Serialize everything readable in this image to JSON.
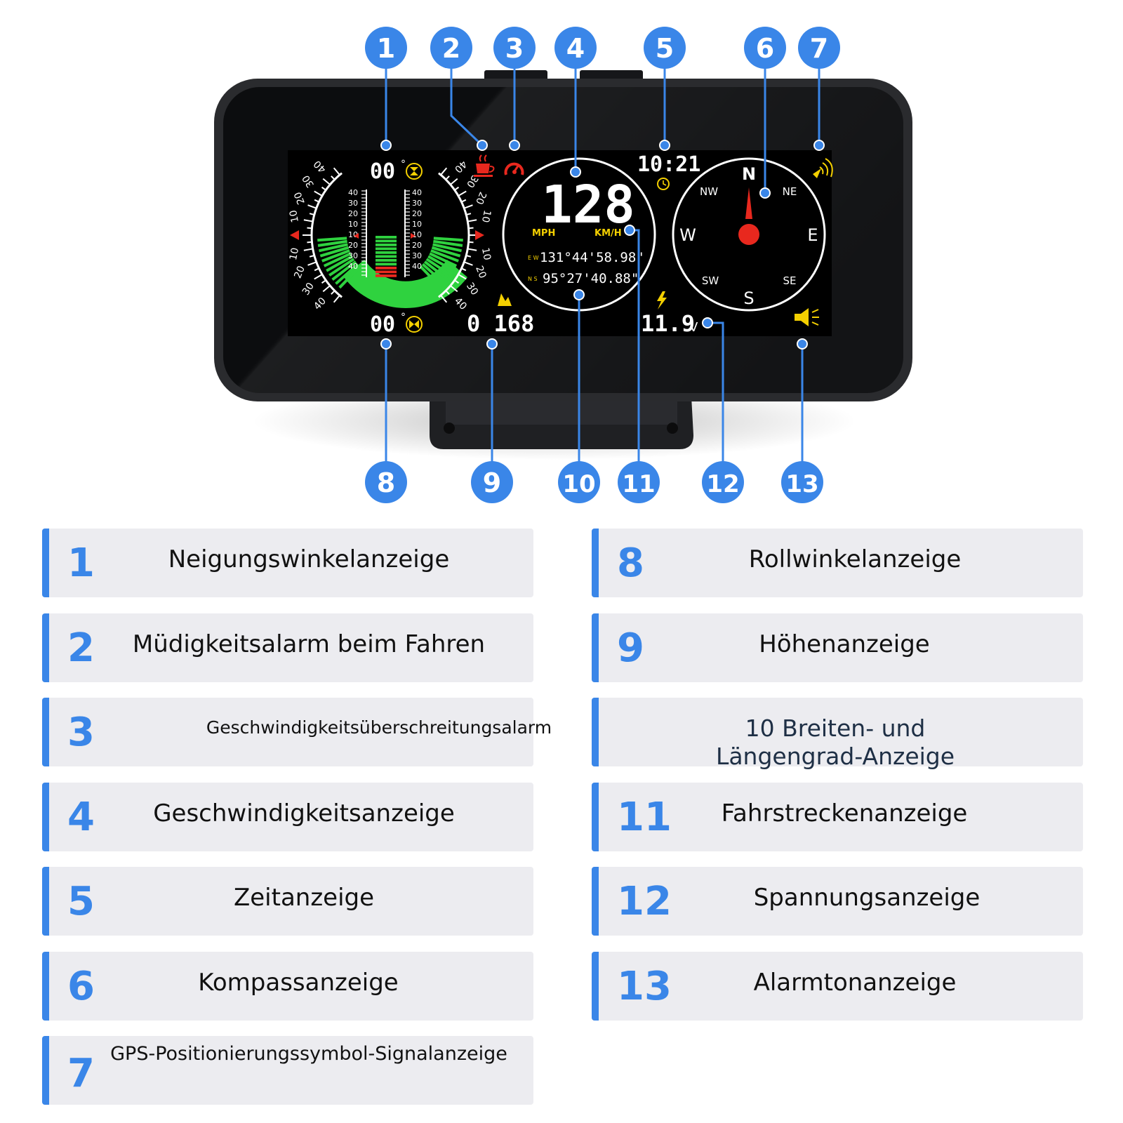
{
  "colors": {
    "accent": "#3a86e8",
    "legend_bg": "#ececf0",
    "screen_bg": "#000000",
    "bezel": "#1c1d20",
    "incline_green": "#2fd23f",
    "alarm_red": "#e8281e",
    "icon_yellow": "#f4d000"
  },
  "callouts": [
    "1",
    "2",
    "3",
    "4",
    "5",
    "6",
    "7",
    "8",
    "9",
    "10",
    "11",
    "12",
    "13"
  ],
  "display": {
    "pitch_value": "00",
    "pitch_unit": "°",
    "roll_value": "00",
    "roll_unit": "°",
    "altitude_value": "0 168",
    "speed_value": "128",
    "speed_unit_mph": "MPH",
    "speed_unit_kmh": "KM/H",
    "longitude_dir": "E W",
    "longitude_value": "131°44'58.98\"",
    "latitude_dir": "N S",
    "latitude_value": "95°27'40.88\"",
    "time_value": "10:21",
    "voltage_value": "11.9",
    "voltage_unit": "V",
    "compass": {
      "n": "N",
      "ne": "NE",
      "e": "E",
      "se": "SE",
      "s": "S",
      "sw": "SW",
      "w": "W",
      "nw": "NW"
    },
    "arc_scale_labels": [
      "10",
      "20",
      "30",
      "40"
    ],
    "bar_scale_labels": [
      "40",
      "30",
      "20",
      "10",
      "10",
      "20",
      "30",
      "40"
    ]
  },
  "legend": [
    {
      "num": "1",
      "label": "Neigungswinkelanzeige"
    },
    {
      "num": "2",
      "label": "Müdigkeitsalarm beim Fahren"
    },
    {
      "num": "3",
      "label": "Geschwindigkeitsüberschreitungsalarm"
    },
    {
      "num": "4",
      "label": "Geschwindigkeitsanzeige"
    },
    {
      "num": "5",
      "label": "Zeitanzeige"
    },
    {
      "num": "6",
      "label": "Kompassanzeige"
    },
    {
      "num": "7",
      "label": "GPS-Positionierungssymbol-Signalanzeige"
    },
    {
      "num": "8",
      "label": "Rollwinkelanzeige"
    },
    {
      "num": "9",
      "label": "Höhenanzeige"
    },
    {
      "num": "",
      "label": "10 Breiten- und",
      "label2": "Längengrad-Anzeige"
    },
    {
      "num": "11",
      "label": "Fahrstreckenanzeige"
    },
    {
      "num": "12",
      "label": "Spannungsanzeige"
    },
    {
      "num": "13",
      "label": "Alarmtonanzeige"
    }
  ]
}
